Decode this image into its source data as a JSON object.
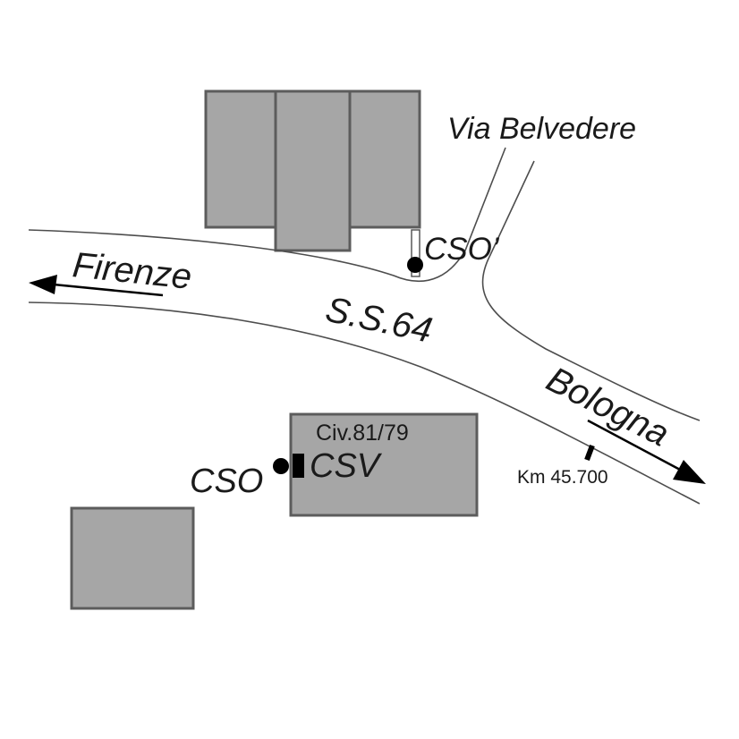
{
  "map": {
    "road_labels": {
      "via_belvedere": "Via Belvedere",
      "ss64": "S.S.64",
      "firenze": "Firenze",
      "bologna": "Bologna"
    },
    "markers": {
      "cso_prime": "CSO’",
      "cso": "CSO",
      "csv": "CSV"
    },
    "building_label": "Civ.81/79",
    "km_marker": "Km 45.700",
    "colors": {
      "building_fill": "#a6a6a6",
      "building_stroke": "#5c5c5c",
      "road_line": "#4d4d4d",
      "marker": "#000000"
    }
  }
}
